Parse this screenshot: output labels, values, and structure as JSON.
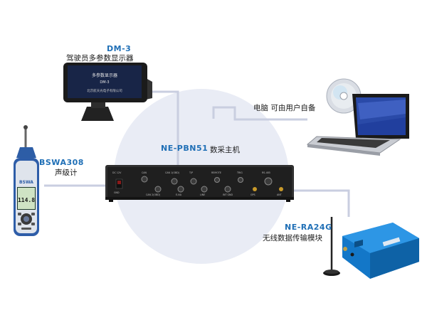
{
  "host": {
    "name": "NE-PBN51",
    "desc": "数采主机",
    "panel_labels": [
      "DC 12V",
      "CAN",
      "CAN 1(OBD)",
      "T/P",
      "REMOTE",
      "TRIG",
      "RS-485",
      "GND",
      "CAN 2(OBD)",
      "E-NA",
      "LINE",
      "INT GND",
      "GPS",
      "ANT"
    ]
  },
  "display": {
    "name": "DM-3",
    "desc": "驾驶员多参数显示器",
    "screen_lines": [
      "多参数显示器",
      "DM-3",
      "北京航天光电子有限公司"
    ]
  },
  "computer": {
    "desc": "电脑  可由用户自备"
  },
  "sound_meter": {
    "name": "BSWA308",
    "desc": "声级计",
    "brand": "BSWA",
    "reading": "114.8"
  },
  "radio": {
    "name": "NE-RA24G",
    "desc": "无线数据传输模块"
  },
  "colors": {
    "label_blue": "#1f6fb6",
    "circle_fill": "#e9ecf5",
    "connector": "#c9cee0",
    "host_body": "#2a2a2a",
    "radio_blue": "#1e87d8"
  }
}
